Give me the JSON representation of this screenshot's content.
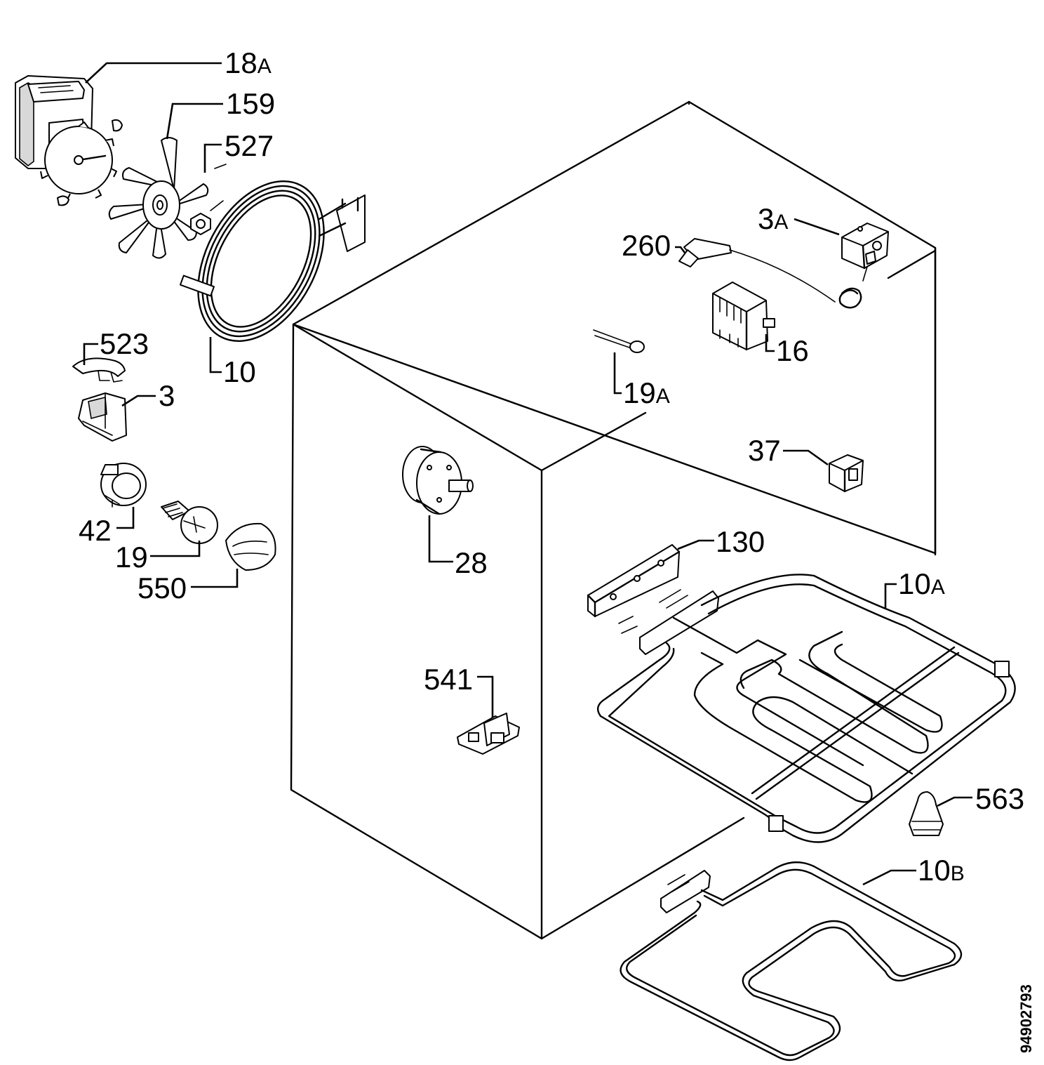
{
  "document_number": "94902793",
  "parts": [
    {
      "id": "18A",
      "num": "18",
      "suffix": "A"
    },
    {
      "id": "159",
      "num": "159",
      "suffix": ""
    },
    {
      "id": "527",
      "num": "527",
      "suffix": ""
    },
    {
      "id": "523",
      "num": "523",
      "suffix": ""
    },
    {
      "id": "3",
      "num": "3",
      "suffix": ""
    },
    {
      "id": "10",
      "num": "10",
      "suffix": ""
    },
    {
      "id": "42",
      "num": "42",
      "suffix": ""
    },
    {
      "id": "19",
      "num": "19",
      "suffix": ""
    },
    {
      "id": "550",
      "num": "550",
      "suffix": ""
    },
    {
      "id": "28",
      "num": "28",
      "suffix": ""
    },
    {
      "id": "19A",
      "num": "19",
      "suffix": "A"
    },
    {
      "id": "3A",
      "num": "3",
      "suffix": "A"
    },
    {
      "id": "260",
      "num": "260",
      "suffix": ""
    },
    {
      "id": "16",
      "num": "16",
      "suffix": ""
    },
    {
      "id": "37",
      "num": "37",
      "suffix": ""
    },
    {
      "id": "130",
      "num": "130",
      "suffix": ""
    },
    {
      "id": "10A",
      "num": "10",
      "suffix": "A"
    },
    {
      "id": "541",
      "num": "541",
      "suffix": ""
    },
    {
      "id": "563",
      "num": "563",
      "suffix": ""
    },
    {
      "id": "10B",
      "num": "10",
      "suffix": "B"
    }
  ]
}
